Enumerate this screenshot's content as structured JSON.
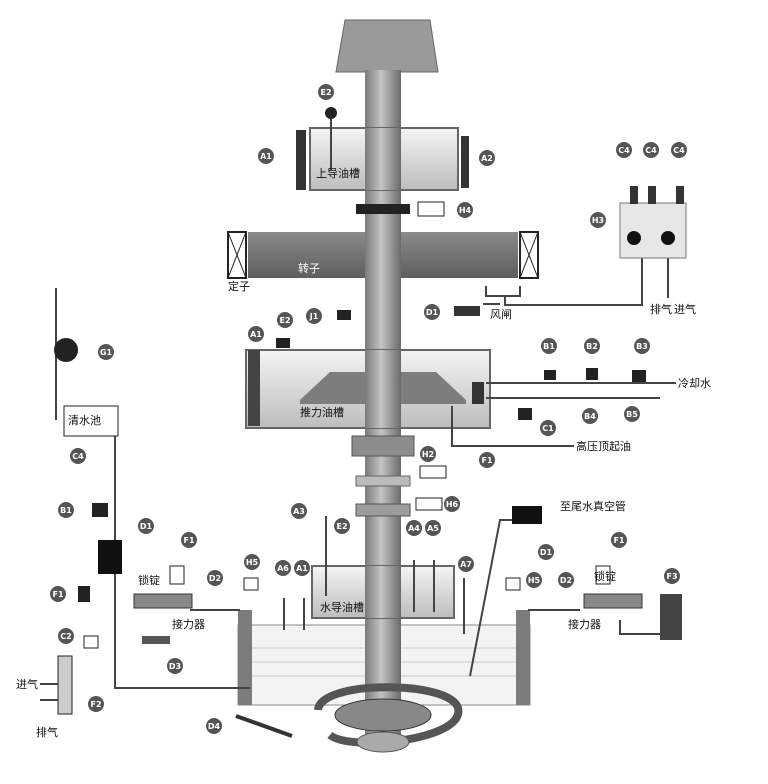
{
  "colors": {
    "shaft": "#8f8f8f",
    "frame": "#6f6f6f",
    "tank": "#e6e6e6",
    "badge": "#555555",
    "line": "#444444",
    "device": "#2b2b2b"
  },
  "labels": {
    "upper_guide_tank": "上导油槽",
    "stator": "定子",
    "rotor": "转子",
    "wind_brake": "风闸",
    "exhaust": "排气",
    "intake": "进气",
    "thrust_tank": "推力油槽",
    "cooling_water": "冷却水",
    "hp_jacking_oil": "高压顶起油",
    "clean_water_pool": "清水池",
    "to_tail_vacuum": "至尾水真空管",
    "water_guide_tank": "水导油槽",
    "servomotor_left": "接力器",
    "servomotor_right": "接力器",
    "lock_left": "锁锭",
    "lock_right": "锁锭",
    "intake_left": "进气",
    "exhaust_left": "排气"
  },
  "badges": {
    "e2_top": "E2",
    "a1_top": "A1",
    "a2_top": "A2",
    "h4": "H4",
    "c4_1": "C4",
    "c4_2": "C4",
    "c4_3": "C4",
    "h3": "H3",
    "d1_mid": "D1",
    "a1_mid": "A1",
    "e2_mid": "E2",
    "j1": "J1",
    "b1_r": "B1",
    "b2": "B2",
    "b3": "B3",
    "b4": "B4",
    "b5": "B5",
    "c1": "C1",
    "g1": "G1",
    "c4_left": "C4",
    "b1_left": "B1",
    "f1_left": "F1",
    "d1_left": "D1",
    "f1_lt": "F1",
    "d2_left": "D2",
    "d3": "D3",
    "h5_left": "H5",
    "a6": "A6",
    "a1_bot": "A1",
    "a3": "A3",
    "e2_bot": "E2",
    "a4": "A4",
    "a5": "A5",
    "a7": "A7",
    "h2": "H2",
    "h6": "H6",
    "f1_mid": "F1",
    "h5_right": "H5",
    "d2_right": "D2",
    "d1_right": "D1",
    "f1_right": "F1",
    "f3": "F3",
    "c2": "C2",
    "f2": "F2",
    "d4": "D4"
  }
}
